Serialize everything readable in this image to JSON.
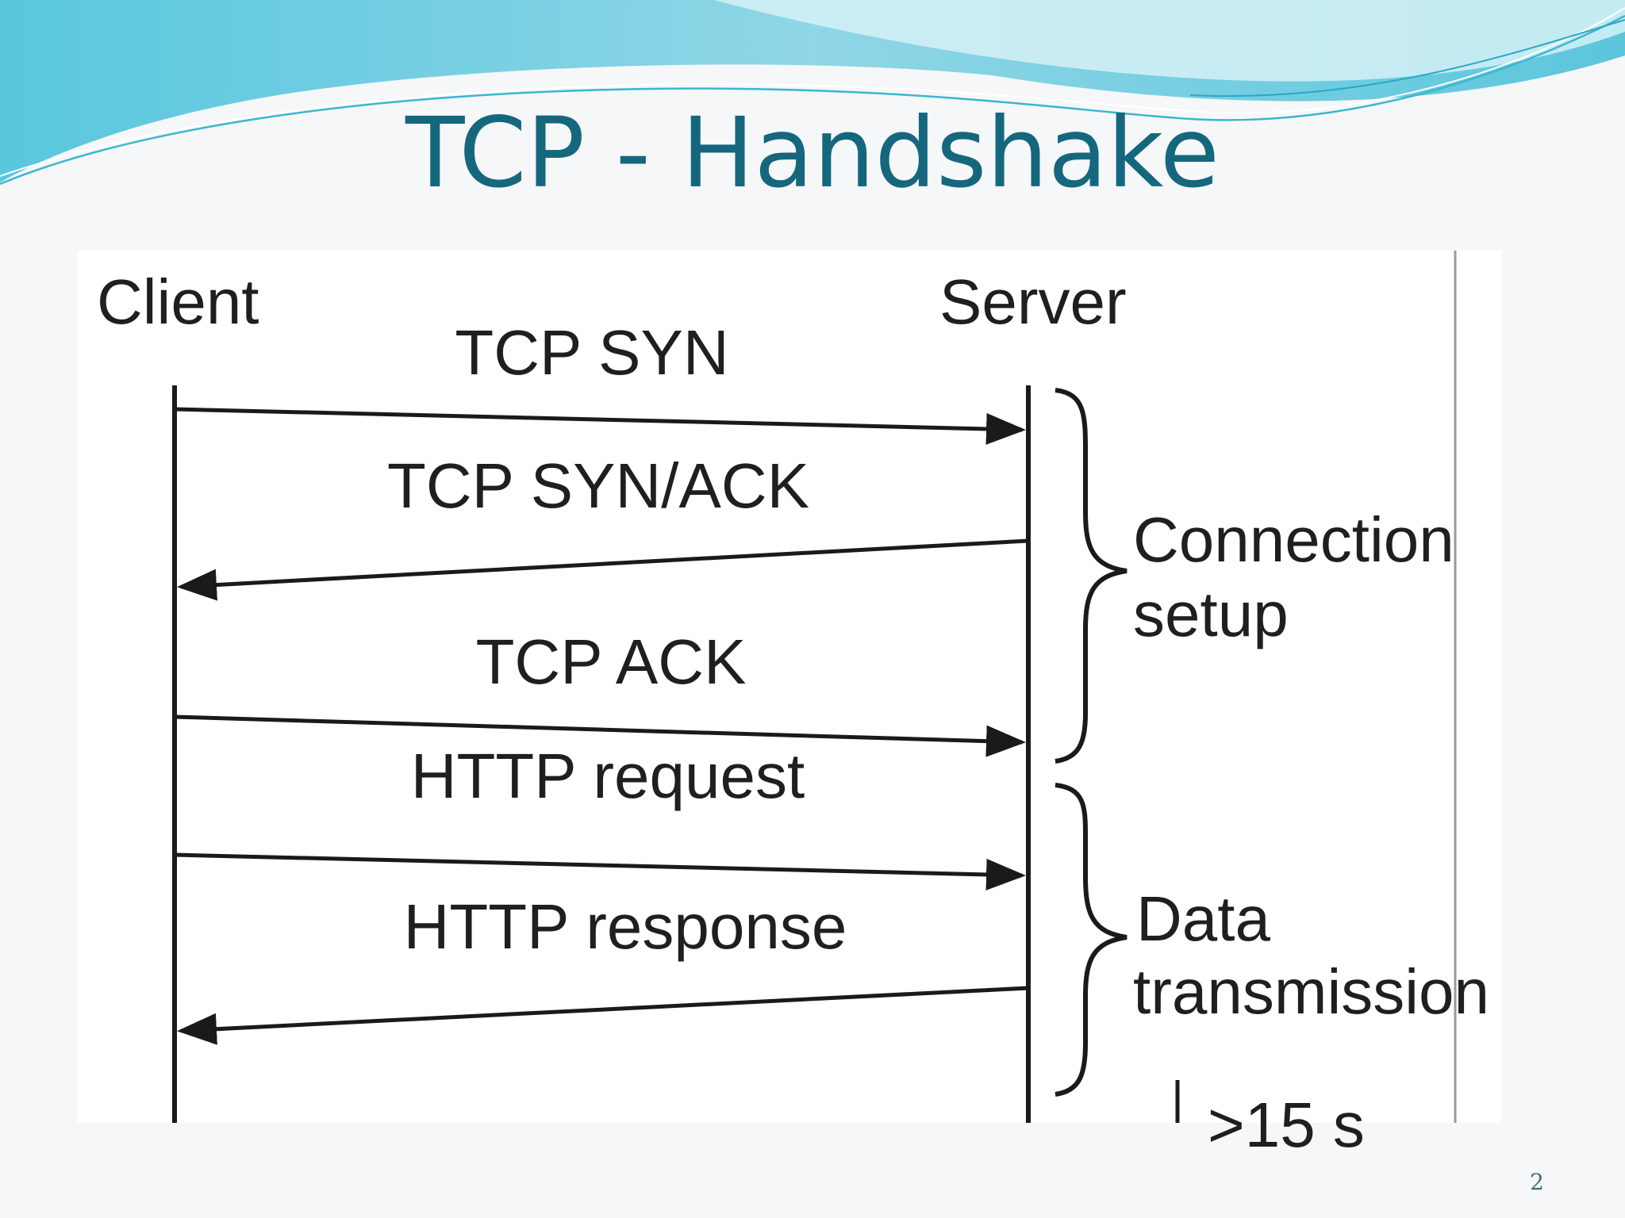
{
  "slide": {
    "title": "TCP - Handshake",
    "page_number": "2"
  },
  "diagram": {
    "participants": {
      "client": "Client",
      "server": "Server"
    },
    "messages": [
      {
        "label": "TCP SYN",
        "direction": "client-to-server"
      },
      {
        "label": "TCP SYN/ACK",
        "direction": "server-to-client"
      },
      {
        "label": "TCP ACK",
        "direction": "client-to-server"
      },
      {
        "label": "HTTP request",
        "direction": "client-to-server"
      },
      {
        "label": "HTTP response",
        "direction": "server-to-client"
      }
    ],
    "phases": [
      {
        "line1": "Connection",
        "line2": "setup"
      },
      {
        "line1": "Data",
        "line2": "transmission"
      }
    ],
    "cropped_annotation": ">15 s"
  },
  "colors": {
    "title": "#15677e",
    "wave_light": "#bfe9f1",
    "wave_mid": "#7fd0e3",
    "wave_dark": "#55c3dc",
    "ink": "#1a1a1a"
  }
}
